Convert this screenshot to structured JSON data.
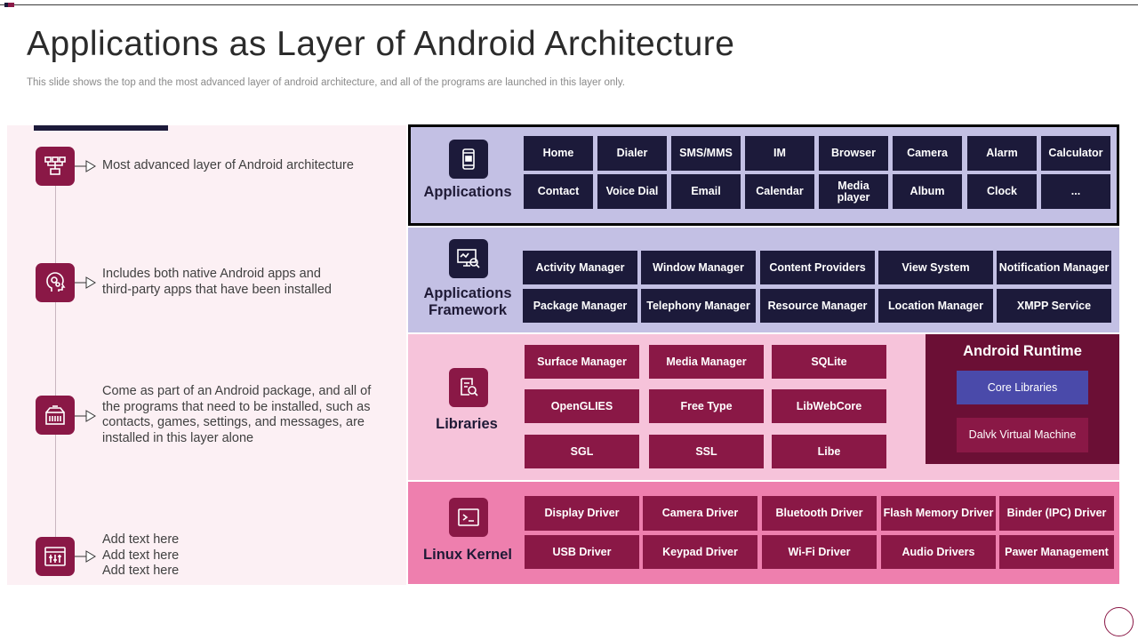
{
  "slide": {
    "title": "Applications as Layer of Android Architecture",
    "subtitle": "This slide shows the top and the most advanced layer of android architecture, and all of the programs are launched in this layer only."
  },
  "colors": {
    "navy": "#1c1a3a",
    "magenta": "#8a1846",
    "lavender": "#c3c0e4",
    "pink_light": "#f6c3da",
    "pink": "#ee7fae",
    "runtime_bg": "#6b0f35",
    "core_blue": "#4a4aaa"
  },
  "left_points": [
    {
      "icon": "network-icon",
      "lines": [
        "Most advanced layer of Android architecture"
      ]
    },
    {
      "icon": "head-gears-icon",
      "lines": [
        "Includes both native Android apps and",
        "third-party apps that have been installed"
      ]
    },
    {
      "icon": "package-box-icon",
      "lines": [
        "Come as part of an Android package, and all of",
        "the programs that need to be installed, such as",
        "contacts, games, settings, and messages, are",
        "installed in this layer alone"
      ]
    },
    {
      "icon": "sliders-window-icon",
      "lines": [
        "Add text here",
        "Add text here",
        "Add text here"
      ]
    }
  ],
  "layers": {
    "applications": {
      "name": "Applications",
      "icon": "mobile-phone-icon",
      "row1": [
        "Home",
        "Dialer",
        "SMS/MMS",
        "IM",
        "Browser",
        "Camera",
        "Alarm",
        "Calculator"
      ],
      "row2": [
        "Contact",
        "Voice Dial",
        "Email",
        "Calendar",
        "Media player",
        "Album",
        "Clock",
        "..."
      ]
    },
    "framework": {
      "name_line1": "Applications",
      "name_line2": "Framework",
      "icon": "monitor-search-icon",
      "row1": [
        "Activity Manager",
        "Window Manager",
        "Content Providers",
        "View System",
        "Notification Manager"
      ],
      "row2": [
        "Package Manager",
        "Telephony Manager",
        "Resource Manager",
        "Location Manager",
        "XMPP Service"
      ]
    },
    "libraries": {
      "name": "Libraries",
      "icon": "document-search-icon",
      "rows": [
        [
          "Surface Manager",
          "Media Manager",
          "SQLite"
        ],
        [
          "OpenGLIES",
          "Free Type",
          "LibWebCore"
        ],
        [
          "SGL",
          "SSL",
          "Libe"
        ]
      ]
    },
    "runtime": {
      "name": "Android Runtime",
      "core": "Core Libraries",
      "vm": "Dalvk Virtual Machine"
    },
    "kernel": {
      "name": "Linux Kernel",
      "icon": "terminal-icon",
      "row1": [
        "Display Driver",
        "Camera Driver",
        "Bluetooth Driver",
        "Flash Memory Driver",
        "Binder (IPC) Driver"
      ],
      "row2": [
        "USB Driver",
        "Keypad Driver",
        "Wi-Fi Driver",
        "Audio Drivers",
        "Pawer Management"
      ]
    }
  }
}
